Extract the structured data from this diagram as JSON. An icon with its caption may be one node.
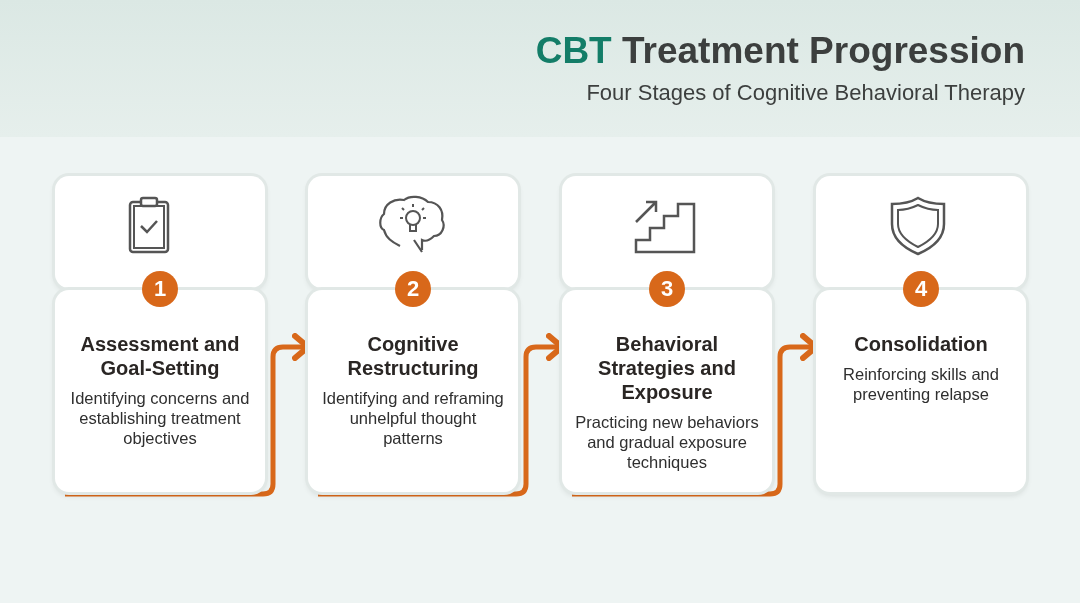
{
  "diagram": {
    "title": "CBT Treatment Progression",
    "nodes": [
      {
        "text": [
          "1",
          "Assessment and Goal-Setting",
          "Identifying concerns and establishing treatment objectives"
        ]
      },
      {
        "text": [
          "2",
          "Cognitive Restructuring",
          "Identifying and reframing unhelpful thought patterns"
        ]
      },
      {
        "text": [
          "3",
          "Behavioral Strategies and Exposure",
          "Practicing new behaviors and gradual exposure techniques"
        ]
      },
      {
        "text": [
          "4",
          "Consolidation",
          "Reinforcing skills and preventing relapse"
        ]
      }
    ],
    "edges": [
      {
        "from": 0,
        "to": 1,
        "arrow": "to"
      },
      {
        "from": 1,
        "to": 2,
        "arrow": "to"
      },
      {
        "from": 2,
        "to": 3,
        "arrow": "to"
      }
    ],
    "labels": [
      "Four Stages of Cognitive Behavioral Therapy"
    ]
  }
}
